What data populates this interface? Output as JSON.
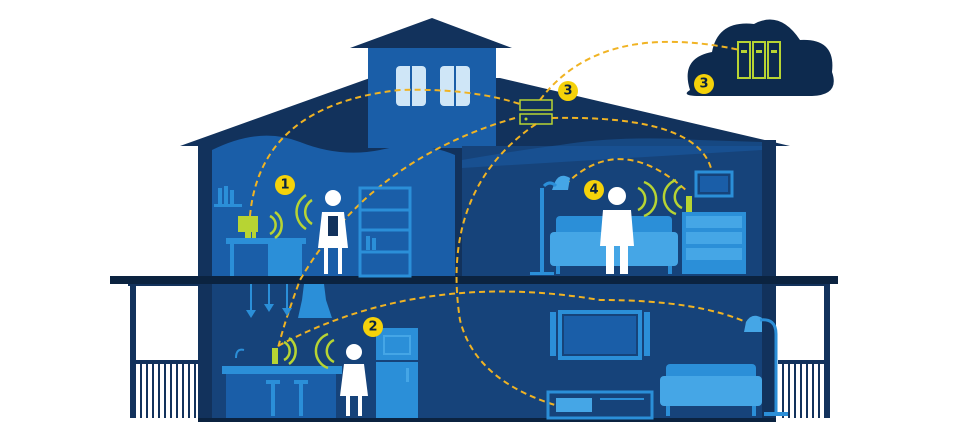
{
  "colors": {
    "background": "#ffffff",
    "house_dark": "#12325c",
    "house_mid": "#16437a",
    "room_blue": "#1a5ea8",
    "furniture_blue": "#2b8fd8",
    "furniture_light": "#45a6e6",
    "window_light": "#cfe6f7",
    "device_green": "#b7d433",
    "badge_yellow": "#f5d20a",
    "signal_line": "#f0b323",
    "cloud": "#0d2a4e",
    "person": "#ffffff"
  },
  "badges": [
    {
      "id": "badge-1",
      "label": "1"
    },
    {
      "id": "badge-2",
      "label": "2"
    },
    {
      "id": "badge-3-router",
      "label": "3"
    },
    {
      "id": "badge-3-cloud",
      "label": "3"
    },
    {
      "id": "badge-4",
      "label": "4"
    }
  ],
  "icons": [
    "cloud-icon",
    "server-rack-icon",
    "router-icon",
    "computer-icon",
    "wifi-signal-icon",
    "person-icon",
    "smart-plug-icon",
    "tv-icon",
    "floor-lamp-icon",
    "sofa-icon",
    "fridge-icon",
    "bookshelf-icon",
    "dresser-icon"
  ]
}
